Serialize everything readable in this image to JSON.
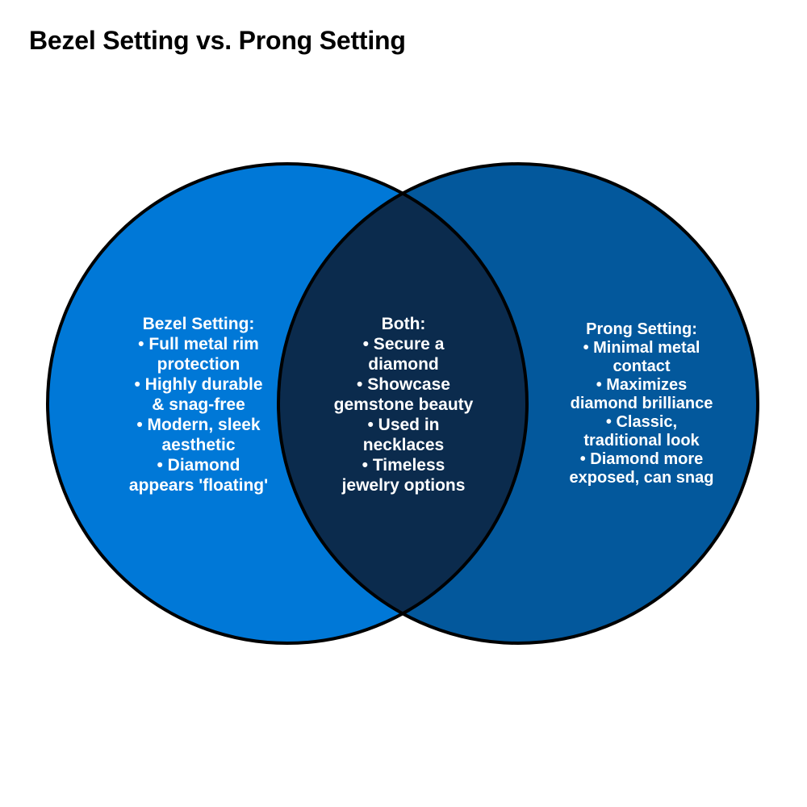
{
  "title": "Bezel Setting vs. Prong Setting",
  "colors": {
    "left_circle": "#0078d7",
    "right_circle": "#03589c",
    "overlap": "#0b2b4d",
    "outline": "#000000",
    "text": "#ffffff"
  },
  "venn": {
    "left": {
      "heading": "Bezel Setting:",
      "lines": [
        "• Full metal rim",
        "protection",
        "• Highly durable",
        "& snag-free",
        "• Modern, sleek",
        "aesthetic",
        "• Diamond",
        "appears 'floating'"
      ]
    },
    "center": {
      "heading": "Both:",
      "lines": [
        "• Secure a",
        "diamond",
        "• Showcase",
        "gemstone beauty",
        "• Used in",
        "necklaces",
        "• Timeless",
        "jewelry options"
      ]
    },
    "right": {
      "heading": "Prong Setting:",
      "lines": [
        "• Minimal metal",
        "contact",
        "• Maximizes",
        "diamond brilliance",
        "• Classic,",
        "traditional look",
        "• Diamond more",
        "exposed, can snag"
      ]
    }
  }
}
